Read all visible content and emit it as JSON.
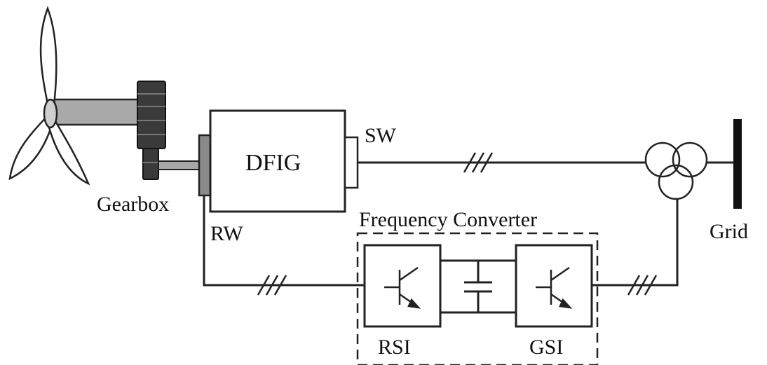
{
  "labels": {
    "gearbox": "Gearbox",
    "dfig": "DFIG",
    "sw": "SW",
    "rw": "RW",
    "frequency_converter": "Frequency Converter",
    "rsi": "RSI",
    "gsi": "GSI",
    "grid": "Grid"
  },
  "colors": {
    "line": "#222222",
    "gearbox_dark": "#3a3a3a",
    "shaft": "#a9a9a9",
    "rotor_winding": "#8a8a8a",
    "background": "#ffffff"
  },
  "icons": [
    "wind-turbine-icon",
    "igbt-icon",
    "capacitor-icon",
    "transformer-icon",
    "three-phase-marker-icon"
  ]
}
